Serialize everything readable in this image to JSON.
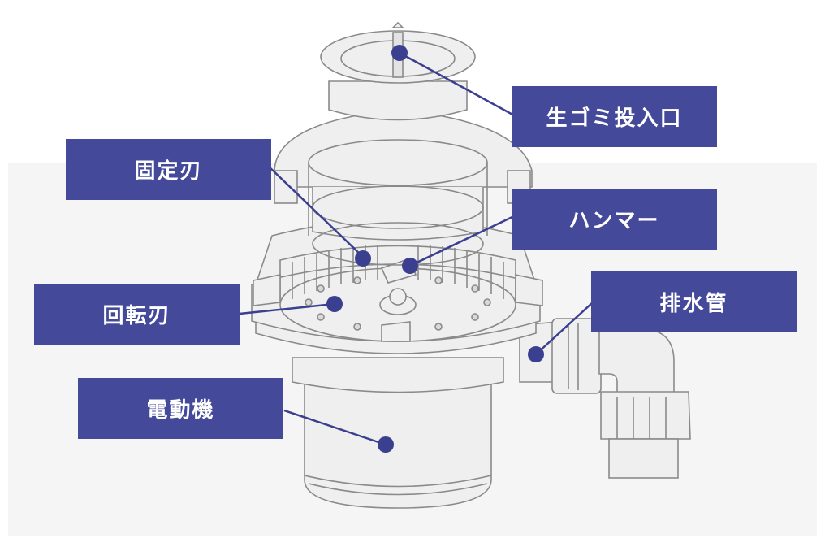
{
  "labels": {
    "inlet": "生ゴミ投入口",
    "fixed_blade": "固定刃",
    "hammer": "ハンマー",
    "rotating_blade": "回転刃",
    "drain_pipe": "排水管",
    "motor": "電動機"
  },
  "colors": {
    "label_fill": "#44499a",
    "label_text": "#ffffff",
    "leader": "#3b3f8f",
    "background_panel": "#f5f5f5",
    "line_art": "#8a8a8a",
    "line_art_fill": "#efefef"
  }
}
